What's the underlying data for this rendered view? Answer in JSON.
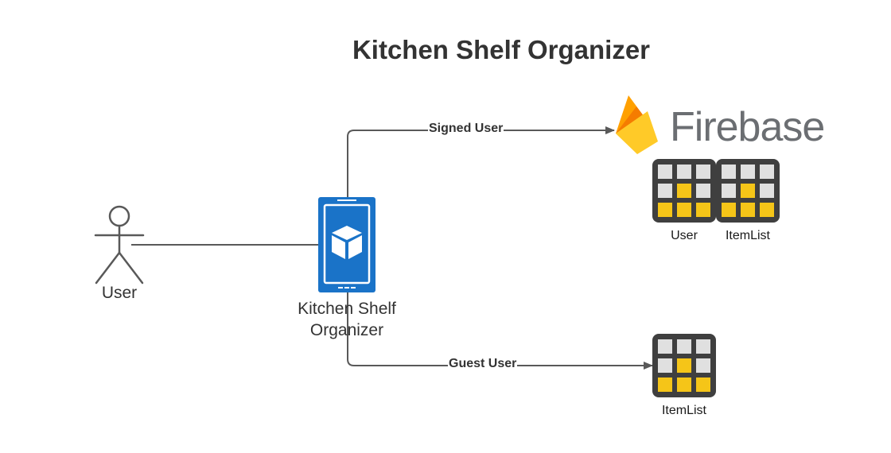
{
  "diagram": {
    "title": "Kitchen Shelf Organizer",
    "nodes": {
      "user_actor": {
        "label": "User",
        "icon": "stick-figure-icon"
      },
      "app": {
        "label_line1": "Kitchen Shelf",
        "label_line2": "Organizer",
        "icon": "mobile-app-icon"
      },
      "firebase": {
        "label": "Firebase",
        "icon": "firebase-flame-icon"
      },
      "firebase_tables": [
        {
          "label": "User",
          "icon": "table-icon"
        },
        {
          "label": "ItemList",
          "icon": "table-icon"
        }
      ],
      "guest_table": {
        "label": "ItemList",
        "icon": "table-icon"
      }
    },
    "edges": {
      "signed": {
        "label": "Signed User"
      },
      "guest": {
        "label": "Guest User"
      }
    }
  },
  "colors": {
    "line": "#595959",
    "phone_blue": "#1a73c8",
    "table_dark": "#3f3f3f",
    "table_yellow": "#f5c518",
    "firebase_gray": "#6b6e72",
    "flame_yellow": "#ffca28",
    "flame_orange": "#f57c00"
  }
}
